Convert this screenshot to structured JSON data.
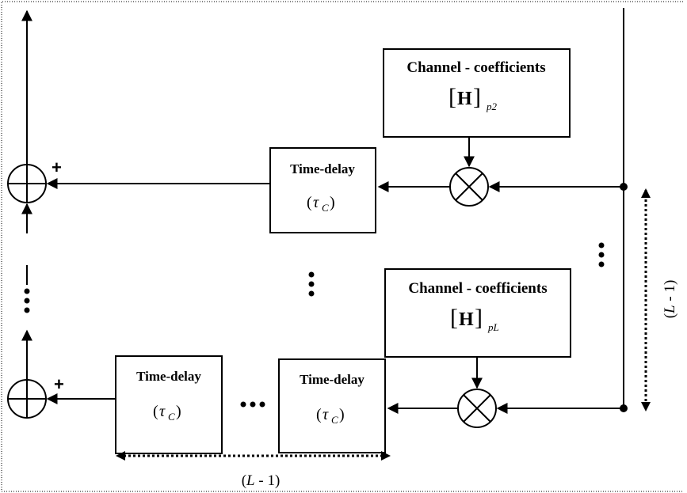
{
  "top_block": {
    "title": "Channel - coefficients",
    "matrix_symbol": "H",
    "matrix_subscript": "p2"
  },
  "bottom_block": {
    "title": "Channel - coefficients",
    "matrix_symbol": "H",
    "matrix_subscript": "pL"
  },
  "delay_upper": {
    "title": "Time-delay",
    "param": "τ",
    "param_sub": "C"
  },
  "delay_lower_left": {
    "title": "Time-delay",
    "param": "τ",
    "param_sub": "C"
  },
  "delay_lower_right": {
    "title": "Time-delay",
    "param": "τ",
    "param_sub": "C"
  },
  "adder_upper_sign": "+",
  "adder_lower_sign": "+",
  "vertical_span_label": {
    "open": "(",
    "var": "L",
    "rest": " - 1)"
  },
  "horizontal_span_label": {
    "open": "(",
    "var": "L",
    "rest": " - 1)"
  }
}
